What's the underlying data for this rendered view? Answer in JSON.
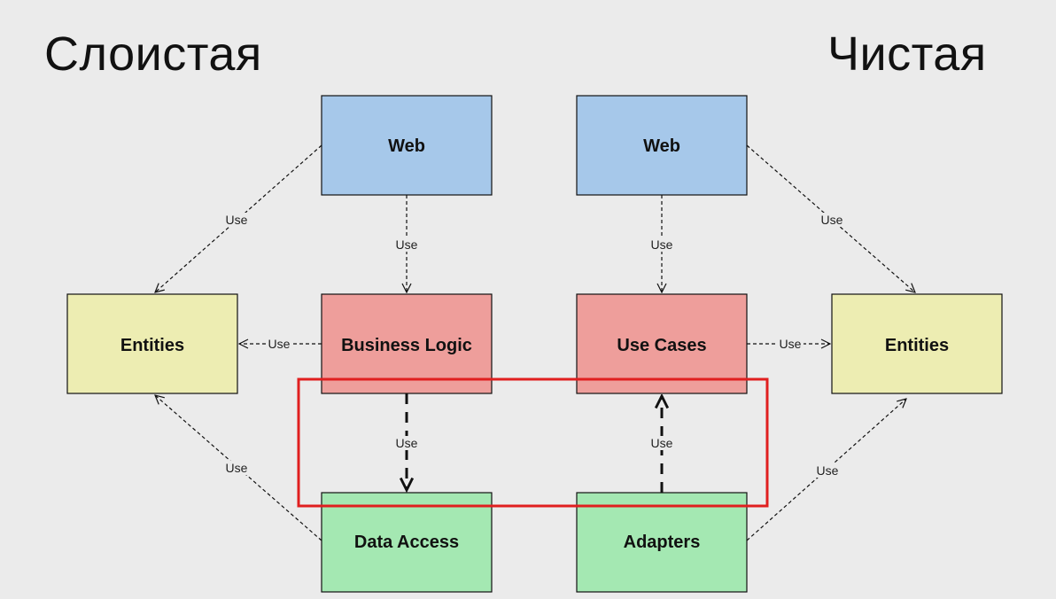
{
  "titles": {
    "left": "Слоистая",
    "right": "Чистая"
  },
  "colors": {
    "blue": "#a6c8ea",
    "red": "#ee9e9b",
    "yellow": "#ededb2",
    "green": "#a4e8b2",
    "highlight": "#e01f1f"
  },
  "layered": {
    "web": "Web",
    "business_logic": "Business Logic",
    "entities": "Entities",
    "data_access": "Data Access",
    "edges": {
      "web_to_entities": "Use",
      "web_to_business": "Use",
      "business_to_entities": "Use",
      "business_to_data_access": "Use",
      "data_access_to_entities": "Use"
    }
  },
  "clean": {
    "web": "Web",
    "use_cases": "Use Cases",
    "entities": "Entities",
    "adapters": "Adapters",
    "edges": {
      "web_to_use_cases": "Use",
      "web_to_entities": "Use",
      "use_cases_to_entities": "Use",
      "adapters_to_use_cases": "Use",
      "adapters_to_entities": "Use"
    }
  }
}
